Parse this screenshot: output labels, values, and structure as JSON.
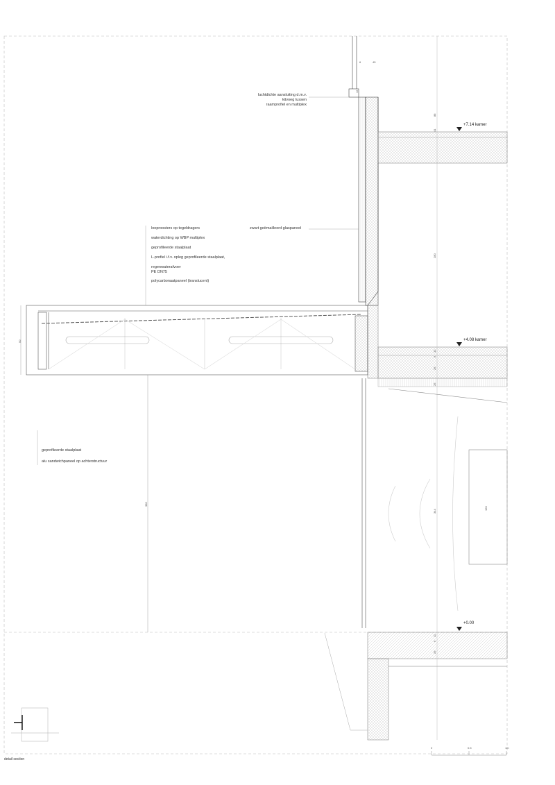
{
  "drawing": {
    "caption": "detail section",
    "scale_bar": {
      "labels": [
        "0",
        "0.5",
        "1m"
      ]
    },
    "annotations": {
      "airtight": [
        "luchtdichte aansluiting d.m.v.",
        "kitvoeg tussen",
        "raamprofiel en multiplex"
      ],
      "glass_panel": "zwart geëmailleerd glaspaneel",
      "balcony_layers": [
        "looproosters op tegeldragers",
        "waterdichting op WBP multiplex",
        "geprofileerde staalplaat",
        "L-profiel i.f.v. opleg geprofileerde staalplaat,",
        "regenwaterafvoer\nPE DN75",
        "polycarbonaatpaneel (translucent)"
      ],
      "underside": [
        "geprofileerde staalplaat",
        "alu sandwichpaneel op achterstructuur"
      ]
    },
    "levels": [
      "+7.14 kamer",
      "+4.08 kamer",
      "+0.00"
    ],
    "dimensions": {
      "top": [
        "6",
        "45"
      ],
      "window": "12",
      "right_upper": [
        "88",
        "41",
        "280"
      ],
      "right_middle": [
        "12",
        "6",
        "26",
        "26"
      ],
      "right_lower": [
        "344",
        "160"
      ],
      "right_bottom": [
        "11",
        "6",
        "26"
      ],
      "balcony_height": "50",
      "clear_height": "380"
    },
    "colors": {
      "line": "#444444",
      "hatch": "#bbbbbb"
    }
  }
}
